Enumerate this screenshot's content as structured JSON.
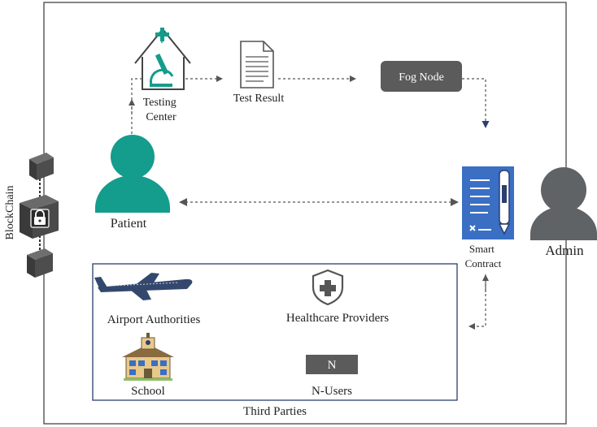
{
  "diagram": {
    "blockchain_label": "BlockChain",
    "testing_center_label": "Testing\nCenter",
    "test_result_label": "Test Result",
    "fog_node_label": "Fog Node",
    "patient_label": "Patient",
    "smart_contract_label": "Smart\nContract",
    "admin_label": "Admin",
    "third_parties_label": "Third Parties",
    "third_parties": {
      "airport_label": "Airport Authorities",
      "healthcare_label": "Healthcare Providers",
      "school_label": "School",
      "n_users_label": "N-Users",
      "n_badge": "N"
    }
  },
  "colors": {
    "teal": "#149c8c",
    "dark_gray": "#5b5b5b",
    "admin_gray": "#606366",
    "contract_blue": "#3a6fc4",
    "navy": "#2c3e6e",
    "arrow": "#555555"
  }
}
